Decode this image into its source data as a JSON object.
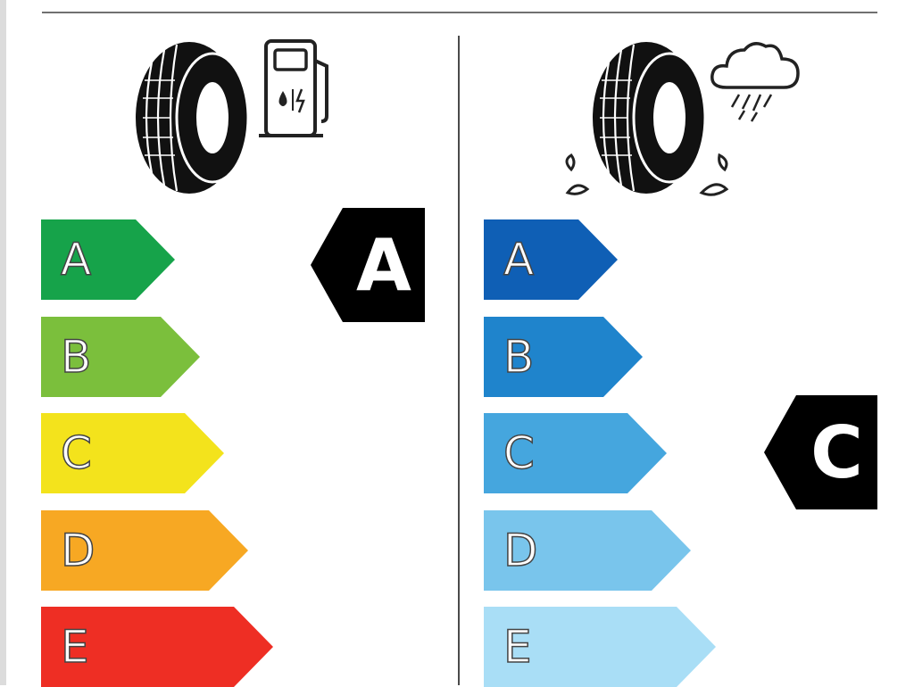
{
  "fuel_efficiency": {
    "icon": "fuel-efficiency-tyre-icon",
    "rating": "A",
    "classes": [
      {
        "label": "A",
        "color": "#16a34a"
      },
      {
        "label": "B",
        "color": "#7bbf3c"
      },
      {
        "label": "C",
        "color": "#f3e31c"
      },
      {
        "label": "D",
        "color": "#f7a823"
      },
      {
        "label": "E",
        "color": "#ee2e24"
      }
    ]
  },
  "wet_grip": {
    "icon": "wet-grip-tyre-icon",
    "rating": "C",
    "classes": [
      {
        "label": "A",
        "color": "#0f5fb5"
      },
      {
        "label": "B",
        "color": "#1f84cc"
      },
      {
        "label": "C",
        "color": "#45a6de"
      },
      {
        "label": "D",
        "color": "#79c5ec"
      },
      {
        "label": "E",
        "color": "#a9def6"
      }
    ]
  }
}
